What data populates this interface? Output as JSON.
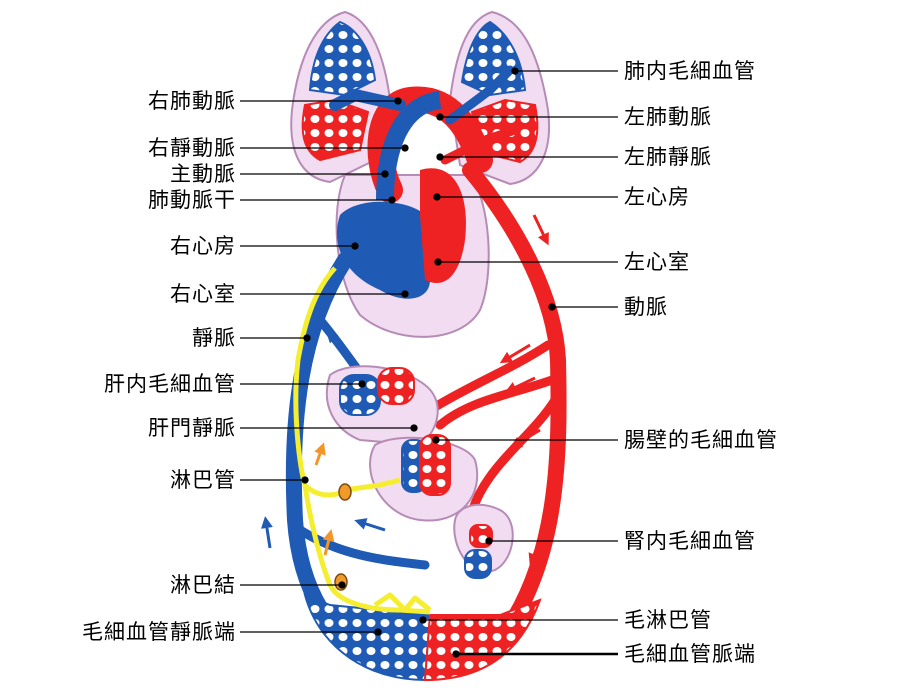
{
  "labels": {
    "left": [
      "右肺動脈",
      "右靜動脈",
      "主動脈",
      "肺動脈干",
      "右心房",
      "右心室",
      "靜脈",
      "肝内毛細血管",
      "肝門靜脈",
      "淋巴管",
      "淋巴結",
      "毛細血管靜脈端"
    ],
    "right": [
      "肺内毛細血管",
      "左肺動脈",
      "左肺靜脈",
      "左心房",
      "左心室",
      "動脈",
      "腸壁的毛細血管",
      "腎内毛細血管",
      "毛淋巴管",
      "毛細血管脈端"
    ]
  },
  "colors": {
    "artery": "#ee2222",
    "vein": "#1f5ab4",
    "lymph": "#f5ee30",
    "organ": "#f2dcf2",
    "organ_stroke": "#b68cb6",
    "node": "#f09a2a",
    "arrow_up": "#f0962a"
  }
}
